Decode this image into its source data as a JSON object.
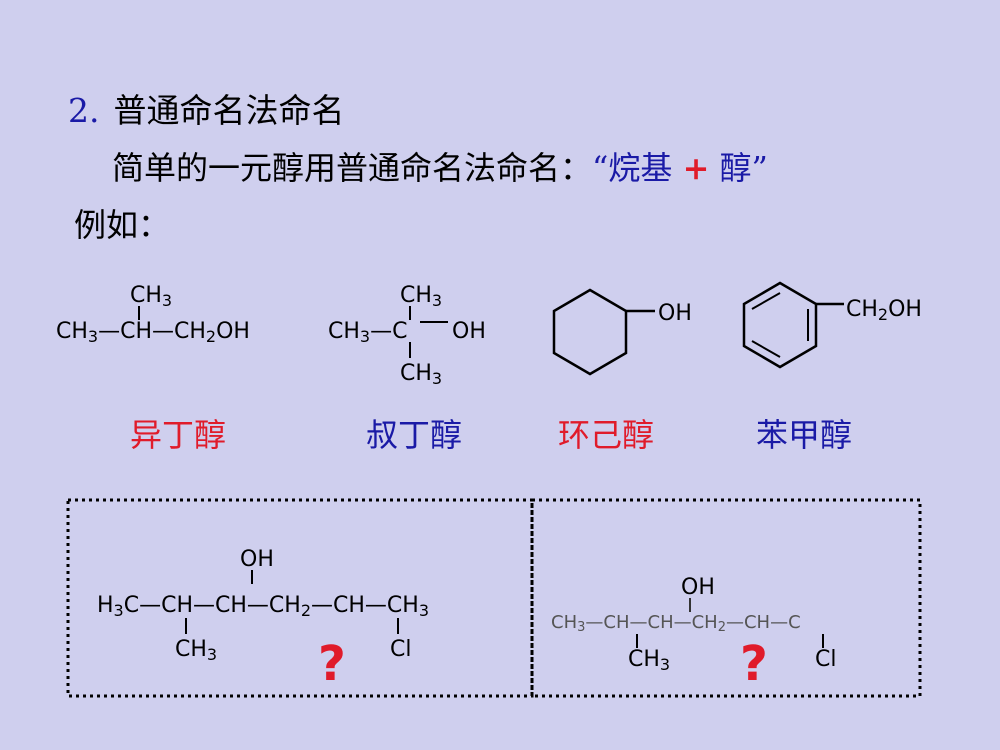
{
  "heading": {
    "number": "2.",
    "title": "普通命名法命名"
  },
  "intro": {
    "text": "简单的一元醇用普通命名法命名：",
    "rule_open": "“烷基",
    "rule_plus": "+",
    "rule_close": "醇”",
    "example": "例如："
  },
  "structures": {
    "isobutanol": {
      "top": "CH3",
      "main": "CH3—CH—CH2OH"
    },
    "tbutanol": {
      "top": "CH3",
      "left": "CH3",
      "right": "OH",
      "bottom": "CH3"
    },
    "cyclohexanol": {
      "group": "OH"
    },
    "benzyl": {
      "group": "CH2OH"
    }
  },
  "names": {
    "isobutanol": "异丁醇",
    "tbutanol": "叔丁醇",
    "cyclohexanol": "环己醇",
    "benzyl": "苯甲醇"
  },
  "exercise": {
    "left": {
      "oh": "OH",
      "chain": "H3C—CH—CH—CH2—CH—CH3",
      "ch3": "CH3",
      "cl": "Cl",
      "question": "?"
    },
    "right": {
      "oh": "OH",
      "chain": "CH3—CH—CH—CH2—CH—C",
      "ch3": "CH3",
      "cl": "Cl",
      "question": "?"
    }
  },
  "colors": {
    "background": "#cfcfee",
    "red": "#e01b2a",
    "blue": "#1a1aa6"
  }
}
